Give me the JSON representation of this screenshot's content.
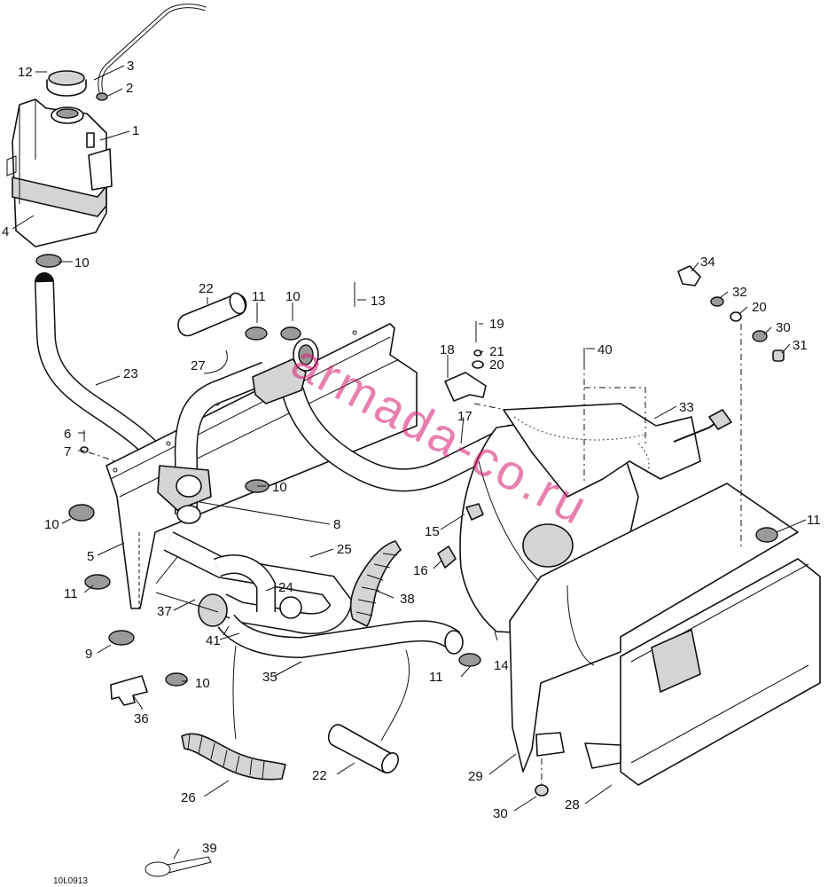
{
  "diagram": {
    "drawing_code": "10L0913",
    "watermark": "armada-co.ru",
    "callouts": [
      {
        "label": "1"
      },
      {
        "label": "2"
      },
      {
        "label": "3"
      },
      {
        "label": "4"
      },
      {
        "label": "5"
      },
      {
        "label": "6"
      },
      {
        "label": "7"
      },
      {
        "label": "8"
      },
      {
        "label": "9"
      },
      {
        "label": "10"
      },
      {
        "label": "10"
      },
      {
        "label": "10"
      },
      {
        "label": "10"
      },
      {
        "label": "10"
      },
      {
        "label": "11"
      },
      {
        "label": "11"
      },
      {
        "label": "11"
      },
      {
        "label": "11"
      },
      {
        "label": "12"
      },
      {
        "label": "13"
      },
      {
        "label": "14"
      },
      {
        "label": "15"
      },
      {
        "label": "16"
      },
      {
        "label": "17"
      },
      {
        "label": "18"
      },
      {
        "label": "19"
      },
      {
        "label": "20"
      },
      {
        "label": "20"
      },
      {
        "label": "21"
      },
      {
        "label": "22"
      },
      {
        "label": "22"
      },
      {
        "label": "23"
      },
      {
        "label": "24"
      },
      {
        "label": "25"
      },
      {
        "label": "26"
      },
      {
        "label": "27"
      },
      {
        "label": "28"
      },
      {
        "label": "29"
      },
      {
        "label": "30"
      },
      {
        "label": "30"
      },
      {
        "label": "31"
      },
      {
        "label": "32"
      },
      {
        "label": "33"
      },
      {
        "label": "34"
      },
      {
        "label": "35"
      },
      {
        "label": "36"
      },
      {
        "label": "37"
      },
      {
        "label": "38"
      },
      {
        "label": "39"
      },
      {
        "label": "40"
      },
      {
        "label": "41"
      }
    ]
  }
}
